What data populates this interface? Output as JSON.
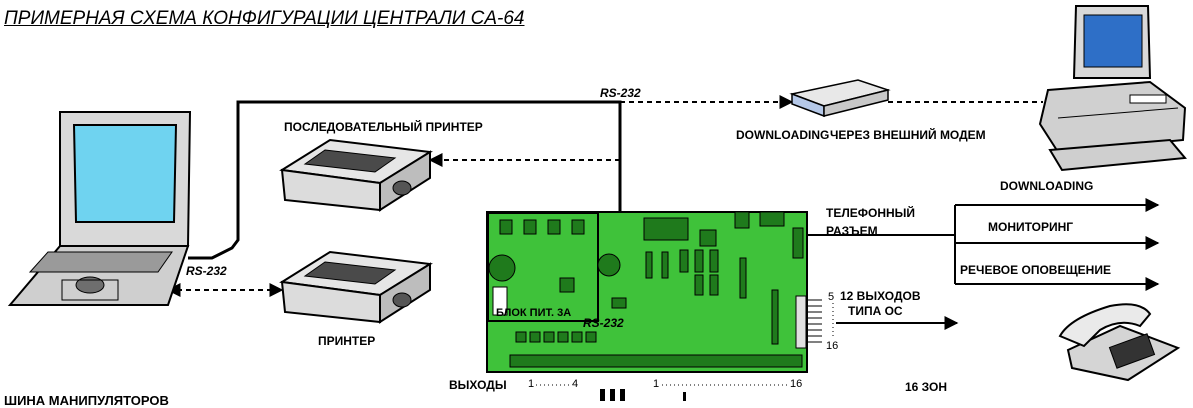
{
  "title": "ПРИМЕРНАЯ СХЕМА КОНФИГУРАЦИИ ЦЕНТРАЛИ CA-64",
  "labels": {
    "rs232_top": "RS-232",
    "rs232_left": "RS-232",
    "rs232_board": "RS-232",
    "serial_printer": "ПОСЛЕДОВАТЕЛЬНЫЙ ПРИНТЕР",
    "printer": "ПРИНТЕР",
    "downloading_modem": "DOWNLOADING",
    "external_modem": "ЧЕРЕЗ ВНЕШНИЙ МОДЕМ",
    "phone_jack_1": "ТЕЛЕФОННЫЙ",
    "phone_jack_2": "РАЗЪЕМ",
    "downloading": "DOWNLOADING",
    "monitoring": "МОНИТОРИНГ",
    "voice_notification": "РЕЧЕВОЕ ОПОВЕЩЕНИЕ",
    "outputs_12_1": "12 ВЫХОДОВ",
    "outputs_12_2": "ТИПА ОС",
    "out_num_5": "5",
    "out_num_16": "16",
    "power_supply": "БЛОК ПИТ. 3A",
    "outputs": "ВЫХОДЫ",
    "outputs_range_start": "1",
    "outputs_range_end": "4",
    "zones_range_start": "1",
    "zones_range_end": "16",
    "zones_16": "16 ЗОН",
    "keypad_bus": "ШИНА МАНИПУЛЯТОРОВ"
  },
  "colors": {
    "board": "#3fc23a",
    "board_dark": "#1f7a1c",
    "screen": "#6fd3f0",
    "device_gray": "#d9d9d9",
    "line": "#000000"
  },
  "icons": [
    "laptop-icon",
    "desktop-computer-icon",
    "modem-icon",
    "serial-printer-icon",
    "printer-icon",
    "telephone-icon",
    "control-board-icon"
  ]
}
